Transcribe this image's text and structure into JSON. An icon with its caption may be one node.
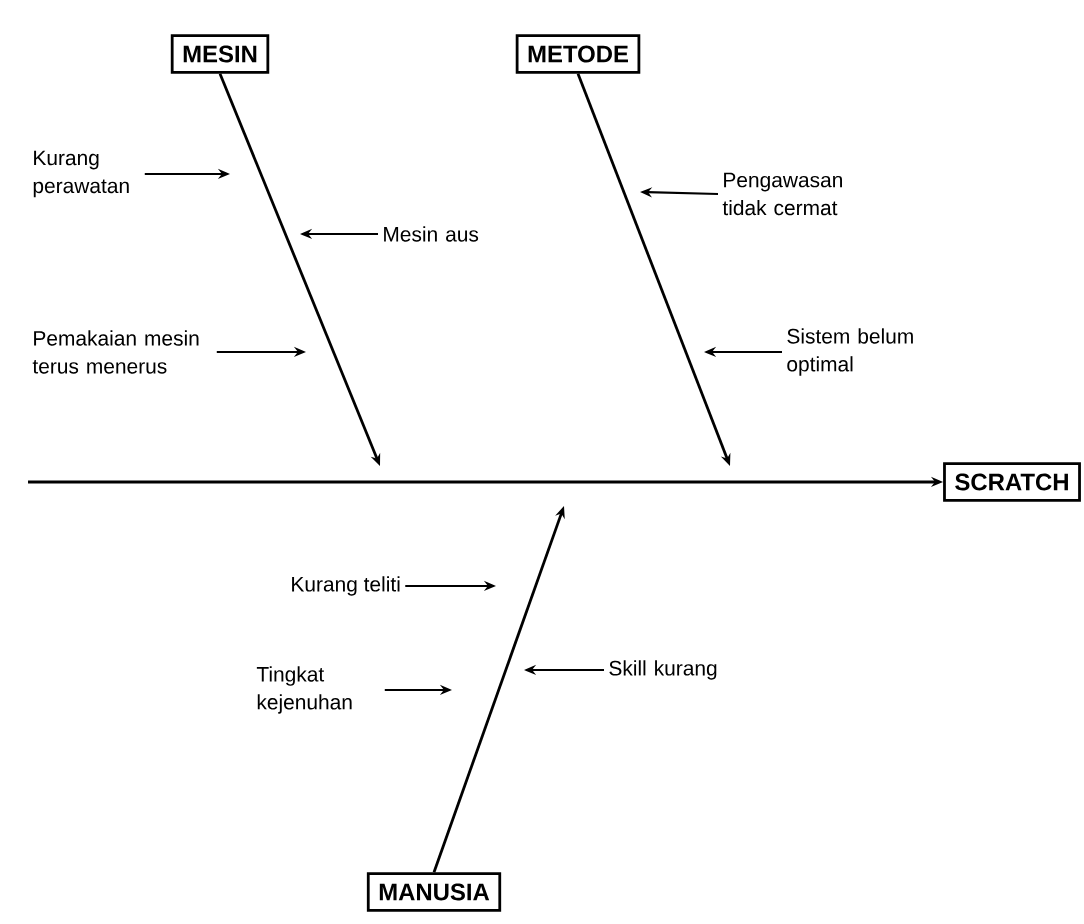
{
  "diagram": {
    "nodes": [
      {
        "text": [
          "MESIN"
        ]
      },
      {
        "text": [
          "METODE"
        ]
      },
      {
        "text": [
          "Kurang perawatan"
        ]
      },
      {
        "text": [
          "Mesin aus"
        ]
      },
      {
        "text": [
          "Pengawasan tidak cermat"
        ]
      },
      {
        "text": [
          "Pemakaian mesin terus menerus"
        ]
      },
      {
        "text": [
          "Sistem belum optimal"
        ]
      },
      {
        "text": [
          "SCRATCH"
        ]
      },
      {
        "text": [
          "Kurang teliti"
        ]
      },
      {
        "text": [
          "Tingkat kejenuhan"
        ]
      },
      {
        "text": [
          "Skill kurang"
        ]
      },
      {
        "text": [
          "MANUSIA"
        ]
      }
    ],
    "edges": [
      {
        "from": null,
        "to": 7,
        "arrow": "to"
      },
      {
        "from": 0,
        "to": null,
        "arrow": "to"
      },
      {
        "from": 1,
        "to": null,
        "arrow": "to"
      },
      {
        "from": 11,
        "to": null,
        "arrow": "to"
      },
      {
        "from": 2,
        "to": null,
        "arrow": "to"
      },
      {
        "from": 3,
        "to": null,
        "arrow": "to"
      },
      {
        "from": 4,
        "to": null,
        "arrow": "to"
      },
      {
        "from": 5,
        "to": null,
        "arrow": "to"
      },
      {
        "from": 6,
        "to": null,
        "arrow": "to"
      },
      {
        "from": 8,
        "to": null,
        "arrow": "to"
      },
      {
        "from": 9,
        "to": null,
        "arrow": "to"
      },
      {
        "from": 10,
        "to": null,
        "arrow": "to"
      }
    ]
  }
}
